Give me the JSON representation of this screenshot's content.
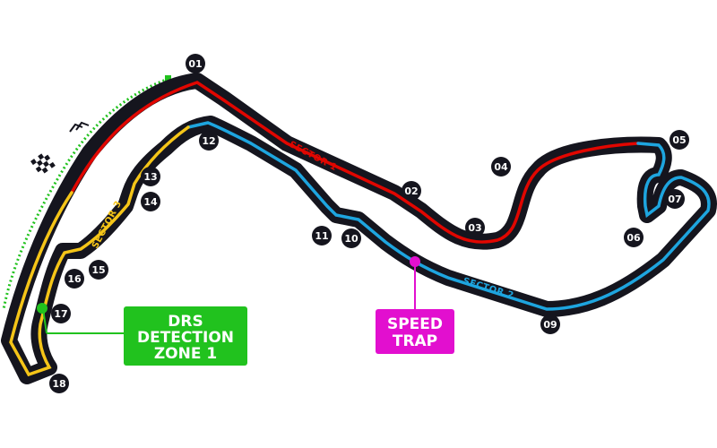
{
  "colors": {
    "track": "#15151e",
    "sector1": "#e10600",
    "sector2": "#1ea5df",
    "sector3": "#f5c518",
    "drs": "#21c21e",
    "speed_trap": "#e20fcf"
  },
  "turns": [
    {
      "label": "01"
    },
    {
      "label": "02"
    },
    {
      "label": "03"
    },
    {
      "label": "04"
    },
    {
      "label": "05"
    },
    {
      "label": "06"
    },
    {
      "label": "07"
    },
    {
      "label": "09"
    },
    {
      "label": "10"
    },
    {
      "label": "11"
    },
    {
      "label": "12"
    },
    {
      "label": "13"
    },
    {
      "label": "14"
    },
    {
      "label": "15"
    },
    {
      "label": "16"
    },
    {
      "label": "17"
    },
    {
      "label": "18"
    }
  ],
  "sectors": {
    "s1": "SECTOR 1",
    "s2": "SECTOR 2",
    "s3": "SECTOR 3"
  },
  "drs": {
    "line1": "DRS",
    "line2": "DETECTION",
    "line3": "ZONE 1"
  },
  "speed_trap": {
    "line1": "SPEED",
    "line2": "TRAP"
  },
  "icons": {
    "start": "chequered-flag-icon",
    "direction": "direction-chevrons-icon"
  }
}
